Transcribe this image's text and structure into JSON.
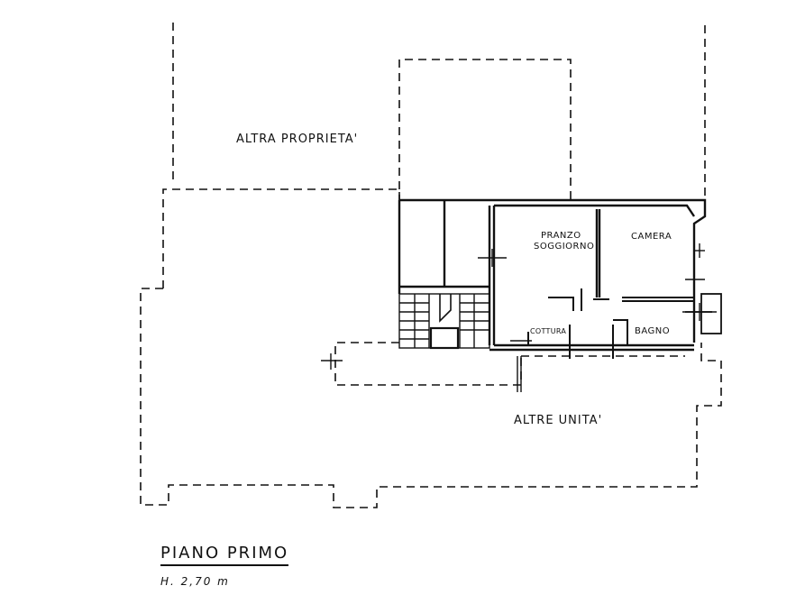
{
  "drawing": {
    "title": "PIANO PRIMO",
    "height_note": "H. 2,70 m"
  },
  "labels": {
    "altra_proprieta": "ALTRA PROPRIETA'",
    "pranzo": "PRANZO",
    "soggiorno": "SOGGIORNO",
    "camera": "CAMERA",
    "cottura": "COTTURA",
    "bagno": "BAGNO",
    "altre_unita": "ALTRE UNITA'"
  },
  "colors": {
    "ink": "#111111",
    "paper": "#ffffff"
  }
}
